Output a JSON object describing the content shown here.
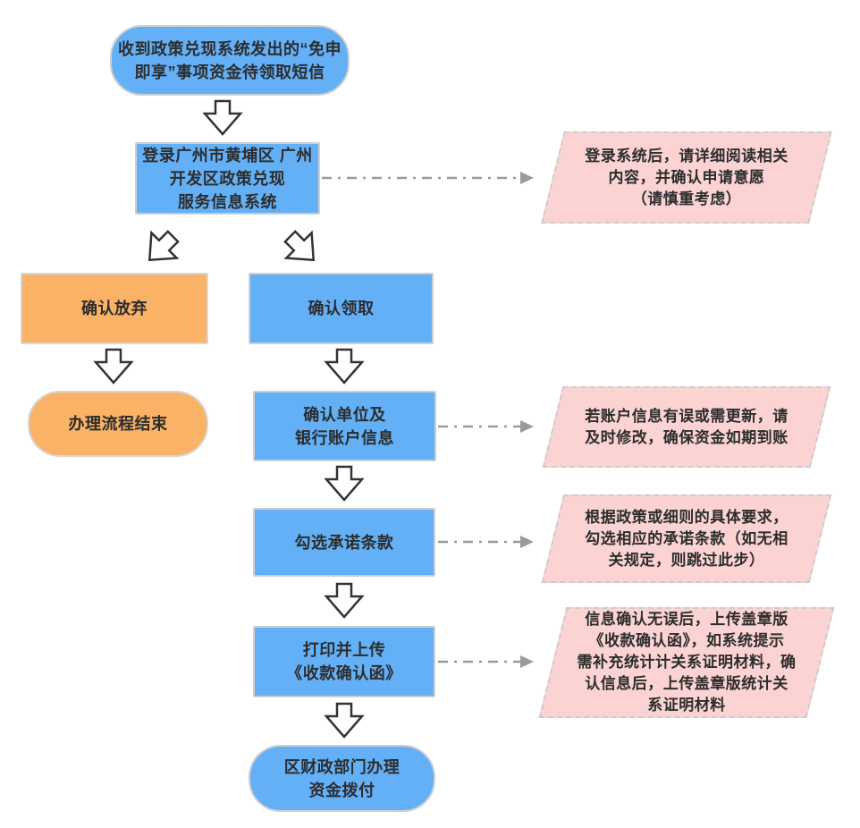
{
  "flowchart": {
    "nodes": {
      "start": {
        "label": "收到政策兑现系统发出的“免申\n即享”事项资金待领取短信"
      },
      "login": {
        "label": "登录广州市黄埔区 广州\n开发区政策兑现\n服务信息系统"
      },
      "giveup": {
        "label": "确认放弃"
      },
      "claim": {
        "label": "确认领取"
      },
      "end": {
        "label": "办理流程结束"
      },
      "account": {
        "label": "确认单位及\n银行账户信息"
      },
      "terms": {
        "label": "勾选承诺条款"
      },
      "upload": {
        "label": "打印并上传\n《收款确认函》"
      },
      "final": {
        "label": "区财政部门办理\n资金拨付"
      }
    },
    "notes": [
      {
        "text": "登录系统后，请详细阅读相关\n内容，并确认申请意愿\n（请慎重考虑）"
      },
      {
        "text": "若账户信息有误或需更新，请\n及时修改，确保资金如期到账"
      },
      {
        "text": "根据政策或细则的具体要求，\n勾选相应的承诺条款（如无相\n关规定，则跳过此步）"
      },
      {
        "text": "信息确认无误后，上传盖章版\n《收款确认函》，如系统提示\n需补充统计计关系证明材料，确\n认信息后，上传盖章版统计关\n系证明材料"
      }
    ],
    "colors": {
      "node_blue": "#63B0F7",
      "node_orange": "#F9B266",
      "note_pink": "#FBD3D3",
      "node_border": "#CFCFCF",
      "note_border": "#CCCCCC",
      "connector_gray": "#9A9A9A",
      "arrow_outline": "#333333",
      "text": "#2D2D2D",
      "background": "#FFFFFF"
    }
  }
}
